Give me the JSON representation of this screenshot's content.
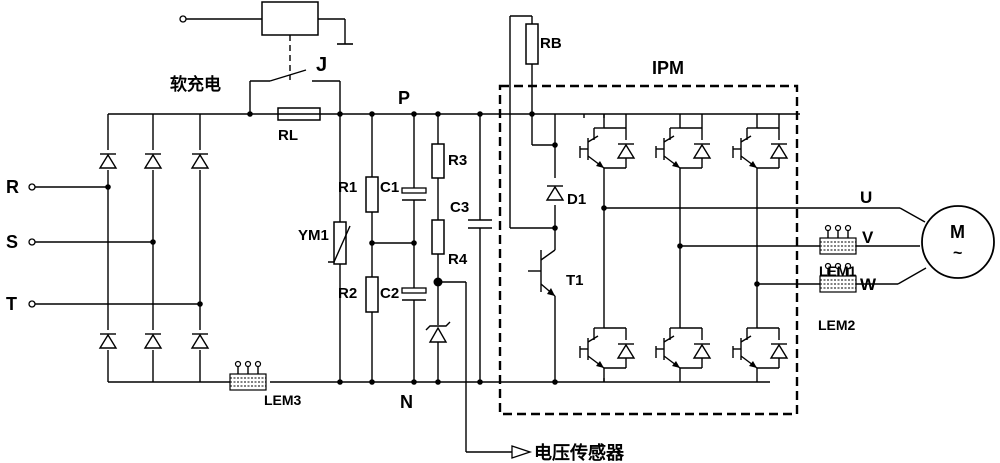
{
  "labels": {
    "input_r": "R",
    "input_s": "S",
    "input_t": "T",
    "soft_charge": "软充电",
    "relay": "J",
    "rl": "RL",
    "bus_p": "P",
    "bus_n": "N",
    "r1": "R1",
    "r2": "R2",
    "c1": "C1",
    "c2": "C2",
    "ym1": "YM1",
    "r3": "R3",
    "r4": "R4",
    "c3": "C3",
    "rb": "RB",
    "d1": "D1",
    "t1": "T1",
    "ipm": "IPM",
    "out_u": "U",
    "out_v": "V",
    "out_w": "W",
    "motor_m": "M",
    "motor_tilde": "~",
    "lem1": "LEM1",
    "lem2": "LEM2",
    "lem3": "LEM3",
    "voltage_sensor": "电压传感器"
  }
}
